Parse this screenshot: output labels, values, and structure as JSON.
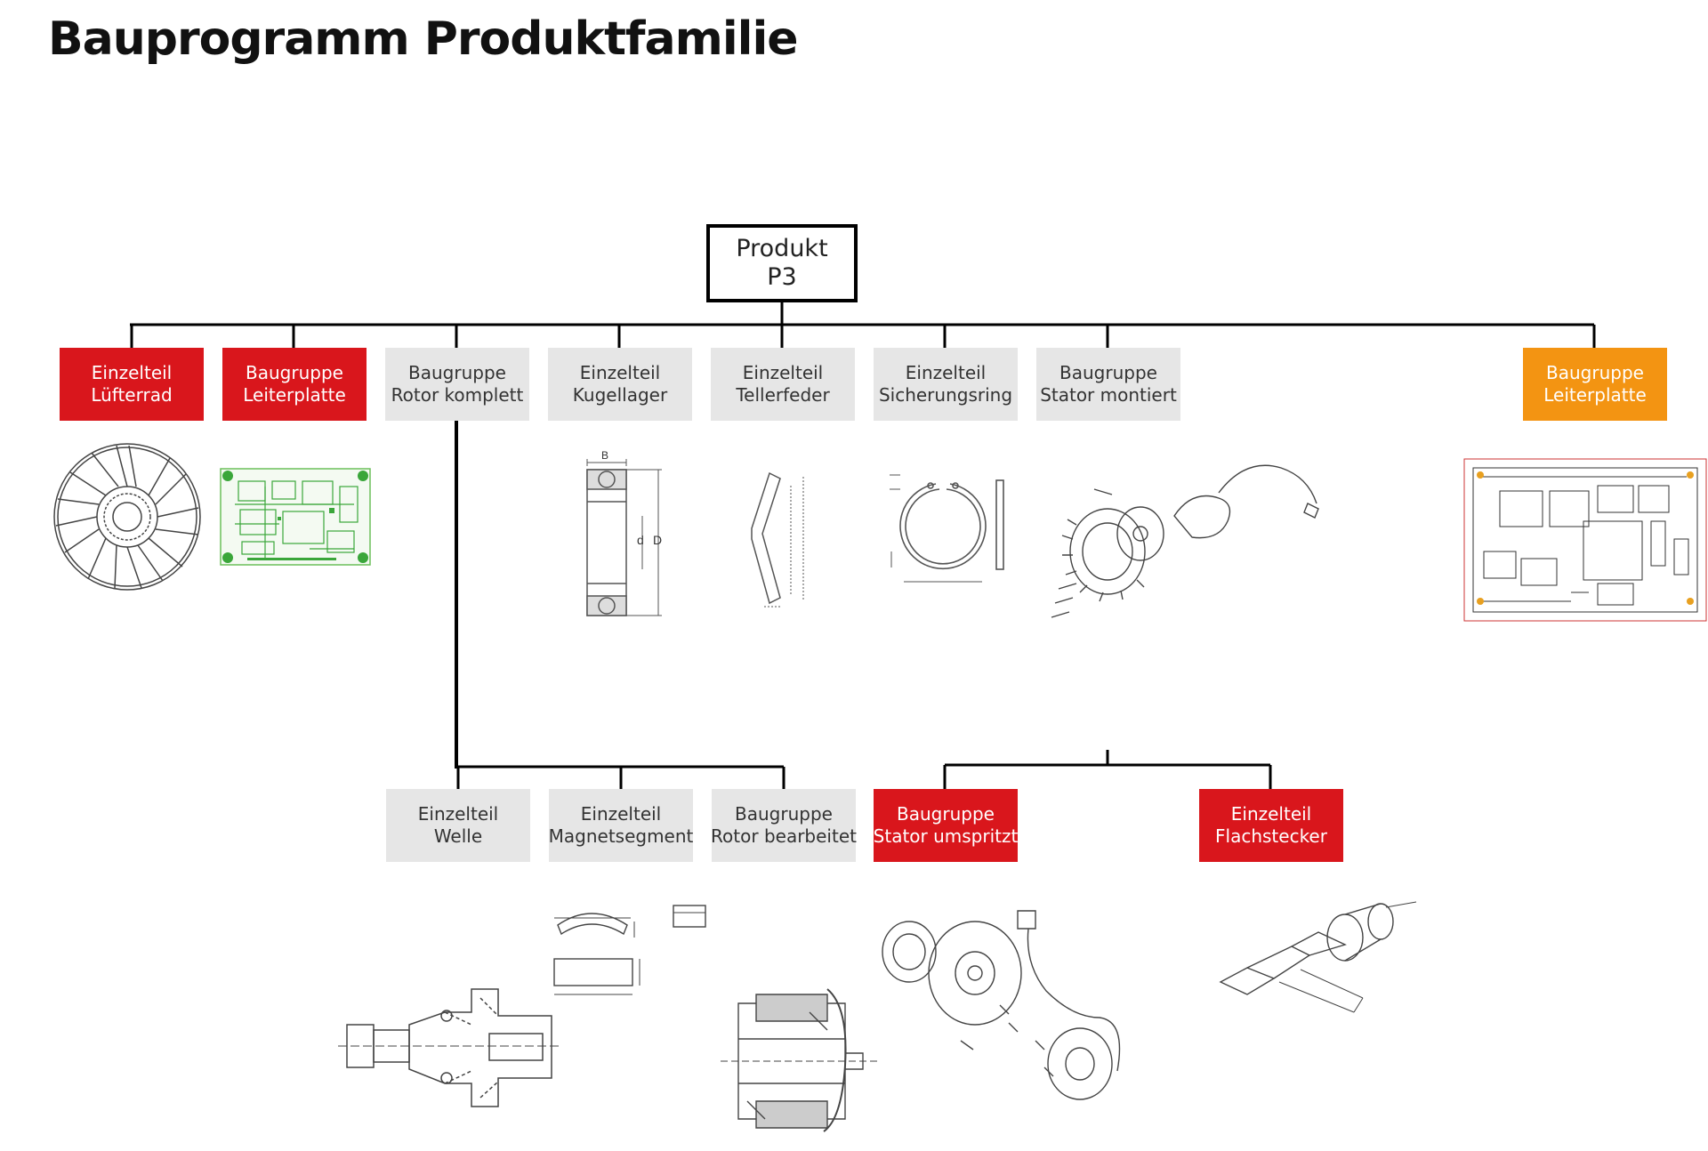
{
  "title": "Bauprogramm Produktfamilie",
  "colors": {
    "red": "#d9161c",
    "orange": "#f39412",
    "gray": "#e6e6e6",
    "line": "#000000"
  },
  "root": {
    "line1": "Produkt",
    "line2": "P3"
  },
  "level1": [
    {
      "type": "Einzelteil",
      "name": "Lüfterrad",
      "style": "red"
    },
    {
      "type": "Baugruppe",
      "name": "Leiterplatte",
      "style": "red"
    },
    {
      "type": "Baugruppe",
      "name": "Rotor komplett",
      "style": "gray"
    },
    {
      "type": "Einzelteil",
      "name": "Kugellager",
      "style": "gray"
    },
    {
      "type": "Einzelteil",
      "name": "Tellerfeder",
      "style": "gray"
    },
    {
      "type": "Einzelteil",
      "name": "Sicherungsring",
      "style": "gray"
    },
    {
      "type": "Baugruppe",
      "name": "Stator montiert",
      "style": "gray"
    },
    {
      "type": "Baugruppe",
      "name": "Leiterplatte",
      "style": "orange"
    }
  ],
  "level2": [
    {
      "type": "Einzelteil",
      "name": "Welle",
      "style": "gray"
    },
    {
      "type": "Einzelteil",
      "name": "Magnetsegment",
      "style": "gray"
    },
    {
      "type": "Baugruppe",
      "name": "Rotor bearbeitet",
      "style": "gray"
    },
    {
      "type": "Baugruppe",
      "name": "Stator umspritzt",
      "style": "red"
    },
    {
      "type": "Einzelteil",
      "name": "Flachstecker",
      "style": "red"
    }
  ],
  "illustrations": [
    "fan-wheel-drawing",
    "pcb-green-drawing",
    "ball-bearing-drawing",
    "disc-spring-drawing",
    "retaining-ring-drawing",
    "stator-assembly-drawing",
    "pcb-layout-drawing",
    "shaft-drawing",
    "magnet-segment-drawing",
    "rotor-section-drawing",
    "stator-molded-drawing",
    "flat-connector-drawing"
  ]
}
